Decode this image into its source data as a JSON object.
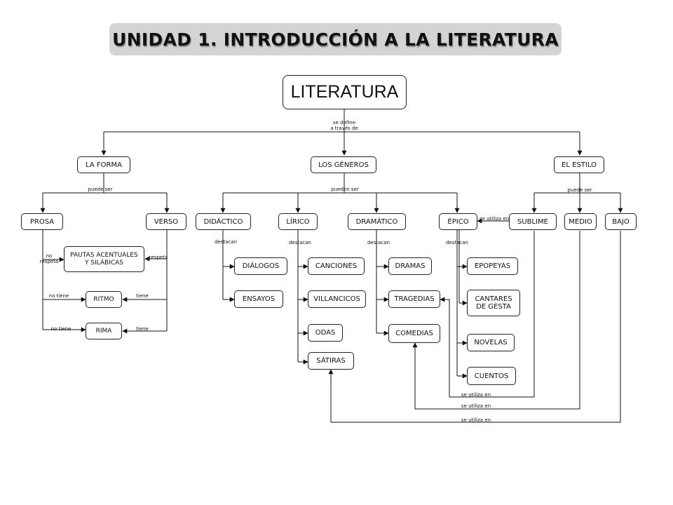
{
  "title": "UNIDAD 1. INTRODUCCIÓN A LA LITERATURA",
  "nodes": {
    "literatura": "LITERATURA",
    "forma": "LA FORMA",
    "generos": "LOS GÉNEROS",
    "estilo": "EL ESTILO",
    "prosa": "PROSA",
    "verso": "VERSO",
    "pautas": "PAUTAS ACENTUALES\nY SILÁBICAS",
    "ritmo": "RITMO",
    "rima": "RIMA",
    "didactico": "DIDÁCTICO",
    "lirico": "LÍRICO",
    "dramatico": "DRAMÁTICO",
    "epico": "ÉPICO",
    "sublime": "SUBLIME",
    "medio": "MEDIO",
    "bajo": "BAJO",
    "dialogos": "DIÁLOGOS",
    "ensayos": "ENSAYOS",
    "canciones": "CANCIONES",
    "villancicos": "VILLANCICOS",
    "odas": "ODAS",
    "satiras": "SÁTIRAS",
    "dramas": "DRAMAS",
    "tragedias": "TRAGEDIAS",
    "comedias": "COMEDIAS",
    "epopeyas": "EPOPEYAS",
    "cantares": "CANTARES\nDE GESTA",
    "novelas": "NOVELAS",
    "cuentos": "CUENTOS"
  },
  "labels": {
    "se_define": "se define\na través de",
    "puede_ser_forma": "puede ser",
    "pueden_ser": "pueden  ser",
    "puede_ser_estilo": "puede ser",
    "no_respeta": "no\nrespeta",
    "respeta": "respeta",
    "no_tiene_ritmo": "no tiene",
    "tiene_ritmo": "tiene",
    "no_tiene_rima": "no tiene",
    "tiene_rima": "tiene",
    "destacan_didactico": "destacan",
    "destacan_lirico": "destacan",
    "destacan_dramatico": "destacan",
    "destacan_epico": "destacan",
    "se_utiliza_epico": "se utiliza en",
    "se_utiliza_sublime": "se utiliza en",
    "se_utiliza_medio": "se utiliza en",
    "se_utiliza_bajo": "se utiliza en"
  }
}
